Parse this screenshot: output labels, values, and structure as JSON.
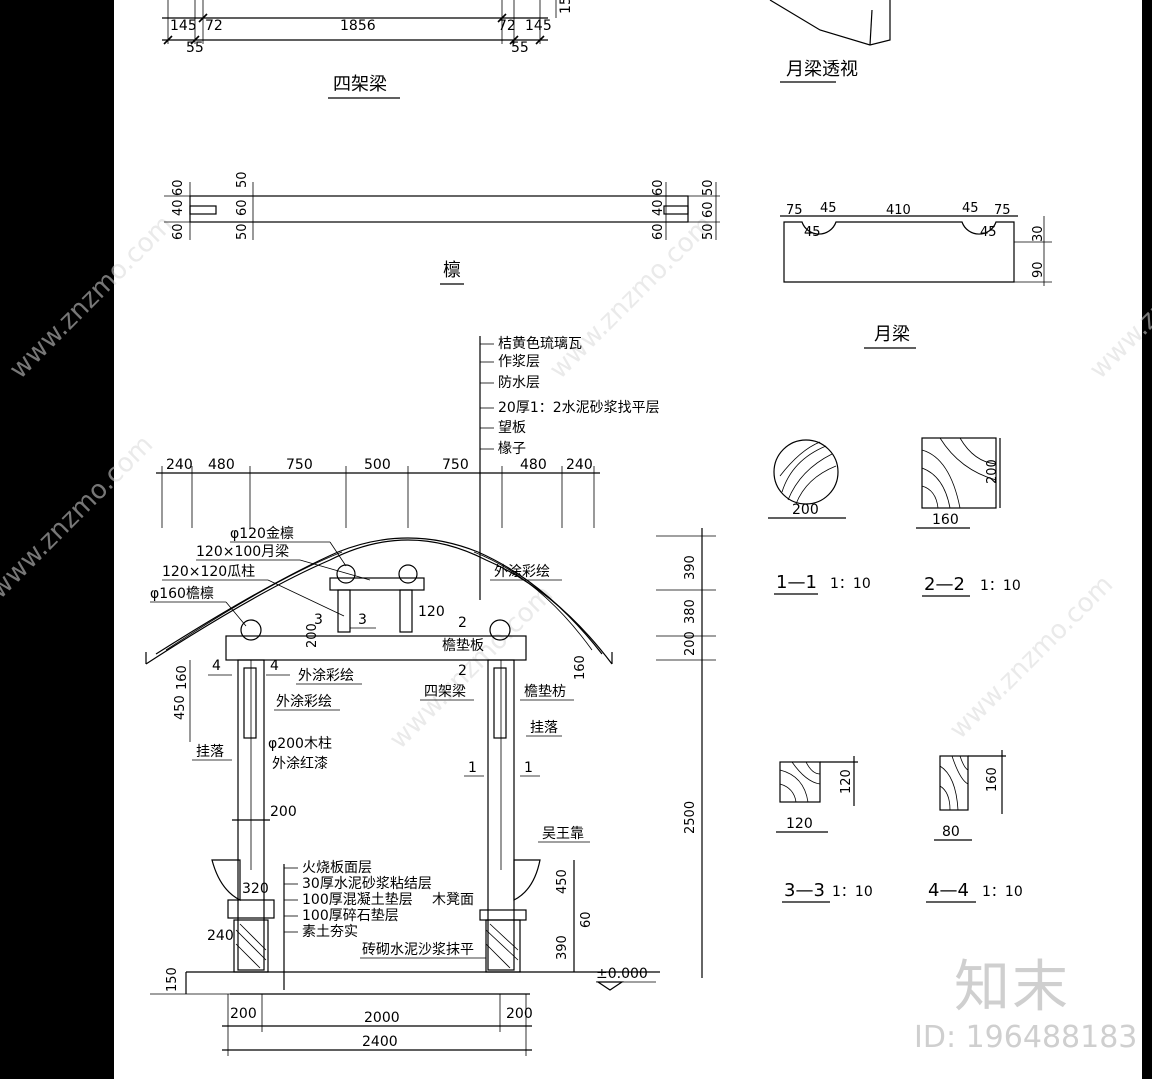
{
  "titles": {
    "si_jia_liang": "四架梁",
    "yue_liang_toushi": "月梁透视",
    "lin": "檩",
    "yue_liang": "月梁"
  },
  "top_dims": {
    "a": "145",
    "b": "72",
    "c": "1856",
    "d": "72",
    "e": "145",
    "f": "55",
    "g": "55",
    "h": "15"
  },
  "lin_dims": {
    "l1": "60",
    "l2": "40",
    "l3": "60",
    "l4": "50",
    "l5": "60",
    "l6": "50",
    "r1": "60",
    "r2": "40",
    "r3": "60",
    "r4": "50",
    "r5": "60",
    "r6": "50"
  },
  "yueliang_dims": {
    "d1": "75",
    "d2": "45",
    "d3": "410",
    "d4": "45",
    "d5": "75",
    "d6": "45",
    "d7": "45",
    "d8": "30",
    "d9": "90"
  },
  "roof_layers": [
    "桔黄色琉璃瓦",
    "作浆层",
    "防水层",
    "20厚1：2水泥砂浆找平层",
    "望板",
    "椽子"
  ],
  "section_top_dims": [
    "240",
    "480",
    "750",
    "500",
    "750",
    "480",
    "240"
  ],
  "labels": {
    "jin_lin": "φ120金檩",
    "yue_liang_size": "120×100月梁",
    "gua_zhu": "120×120瓜柱",
    "yan_lin": "φ160檐檩",
    "wai_tu_1": "外涂彩绘",
    "wai_tu_2": "外涂彩绘",
    "wai_tu_3": "外涂彩绘",
    "yan_dian_ban": "檐垫板",
    "si_jia_liang": "四架梁",
    "yan_dian_fang": "檐垫枋",
    "gua_luo_l": "挂落",
    "gua_luo_r": "挂落",
    "mu_zhu": "φ200木柱",
    "hong_qi": "外涂红漆",
    "wu_wang_kao": "吴王靠",
    "mu_deng": "木凳面",
    "zhuan_qi": "砖砌水泥沙浆抹平",
    "elev": "±0.000"
  },
  "floor_layers": [
    "火烧板面层",
    "30厚水泥砂浆粘结层",
    "100厚混凝土垫层",
    "100厚碎石垫层",
    "素土夯实"
  ],
  "section_marks": {
    "s3": "3",
    "s3b": "3",
    "s4": "4",
    "s4b": "4",
    "s2": "2",
    "s2b": "2",
    "s1": "1",
    "s1b": "1"
  },
  "section_dims": {
    "d120": "120",
    "d200a": "200",
    "d160": "160",
    "d450": "450",
    "d160b": "160",
    "d200": "200",
    "d320": "320",
    "d240": "240",
    "d150": "150",
    "d390": "390",
    "d380": "380",
    "d200r": "200",
    "d2500": "2500",
    "d450r": "450",
    "d60r": "60",
    "d390r": "390",
    "b200l": "200",
    "b2000": "2000",
    "b200r": "200",
    "b2400": "2400"
  },
  "details": {
    "c1_dim": "200",
    "c1_name": "1—1",
    "c1_scale": "1：10",
    "c2_dim_v": "200",
    "c2_dim_h": "160",
    "c2_name": "2—2",
    "c2_scale": "1：10",
    "c3_dim_v": "120",
    "c3_dim_h": "120",
    "c3_name": "3—3",
    "c3_scale": "1：10",
    "c4_dim_v": "160",
    "c4_dim_h": "80",
    "c4_name": "4—4",
    "c4_scale": "1：10"
  },
  "watermark": {
    "site": "www.znzmo.com",
    "logo": "知末",
    "id": "ID: 196488183"
  }
}
